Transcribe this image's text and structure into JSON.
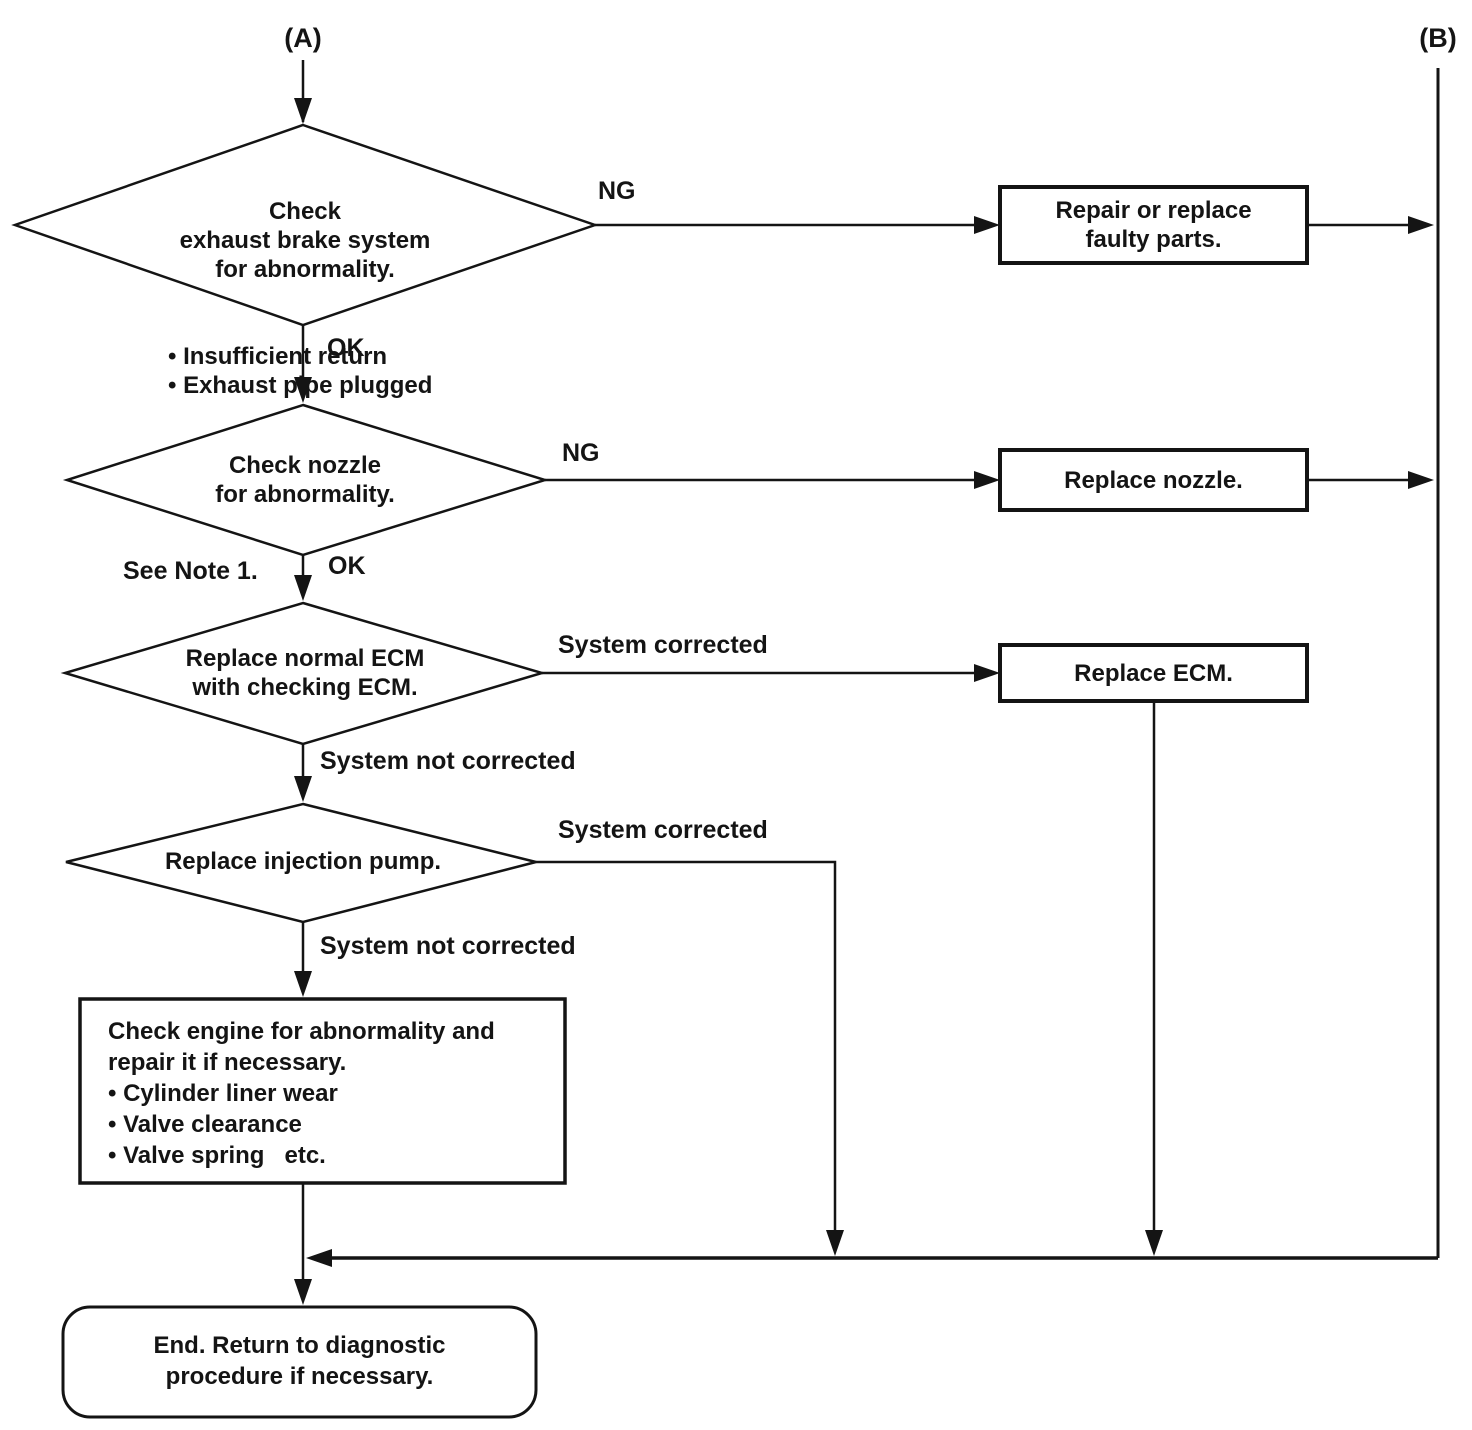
{
  "diagram": {
    "type": "flowchart",
    "description": "Engine diagnostic troubleshooting flowchart",
    "colors": {
      "ink": "#141414",
      "background": "#ffffff"
    },
    "connectors": {
      "a": "(A)",
      "b": "(B)"
    },
    "nodes": {
      "check_exhaust_brake": {
        "shape": "decision",
        "title": "Check\nexhaust brake system\nfor abnormality.",
        "bullets": "• Insufficient return\n• Exhaust pipe plugged"
      },
      "repair_or_replace": {
        "shape": "process",
        "label": "Repair or replace\nfaulty parts."
      },
      "check_nozzle": {
        "shape": "decision",
        "label": "Check nozzle\nfor abnormality."
      },
      "replace_nozzle": {
        "shape": "process",
        "label": "Replace nozzle."
      },
      "replace_normal_ecm": {
        "shape": "decision",
        "label": "Replace normal ECM\nwith checking ECM."
      },
      "replace_ecm": {
        "shape": "process",
        "label": "Replace ECM."
      },
      "replace_injection_pump": {
        "shape": "decision",
        "label": "Replace injection pump."
      },
      "check_engine": {
        "shape": "process",
        "label": "Check engine for abnormality and\nrepair it if necessary.\n• Cylinder liner wear\n• Valve clearance\n• Valve spring   etc."
      },
      "end": {
        "shape": "terminator",
        "label": "End. Return to diagnostic\nprocedure if necessary."
      }
    },
    "edge_labels": {
      "ng_1": "NG",
      "ok_1": "OK",
      "ng_2": "NG",
      "ok_2": "OK",
      "see_note": "See Note 1.",
      "system_corrected_1": "System corrected",
      "system_not_corrected_1": "System not corrected",
      "system_corrected_2": "System corrected",
      "system_not_corrected_2": "System not corrected"
    }
  }
}
